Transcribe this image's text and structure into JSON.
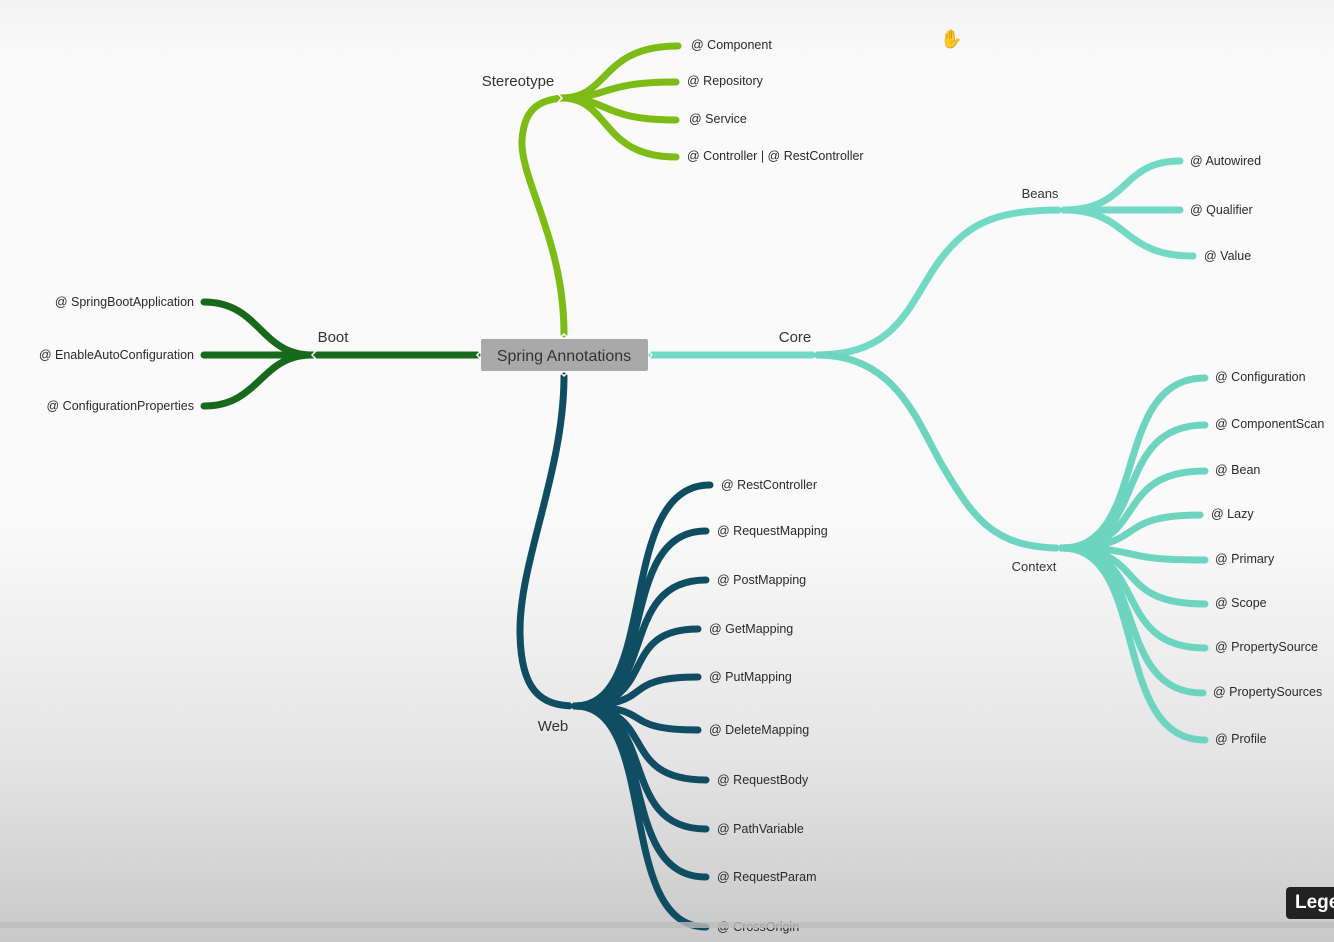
{
  "root": "Spring Annotations",
  "branches": {
    "stereotype": {
      "label": "Stereotype",
      "color": "#7dbb16",
      "leaves": [
        "@ Component",
        "@ Repository",
        "@ Service",
        "@ Controller | @ RestController"
      ]
    },
    "boot": {
      "label": "Boot",
      "color": "#17691c",
      "leaves": [
        "@ SpringBootApplication",
        "@ EnableAutoConfiguration",
        "@ ConfigurationProperties"
      ]
    },
    "core": {
      "label": "Core",
      "color": "#72d9c5"
    },
    "beans": {
      "label": "Beans",
      "color": "#72d9c5",
      "leaves": [
        "@ Autowired",
        "@ Qualifier",
        "@ Value"
      ]
    },
    "context": {
      "label": "Context",
      "color": "#6dd5bf",
      "leaves": [
        "@ Configuration",
        "@ ComponentScan",
        "@ Bean",
        "@ Lazy",
        "@ Primary",
        "@ Scope",
        "@ PropertySource",
        "@ PropertySources",
        "@ Profile"
      ]
    },
    "web": {
      "label": "Web",
      "color": "#0f4d63",
      "leaves": [
        "@ RestController",
        "@ RequestMapping",
        "@ PostMapping",
        "@ GetMapping",
        "@ PutMapping",
        "@ DeleteMapping",
        "@ RequestBody",
        "@ PathVariable",
        "@ RequestParam",
        "@ CrossOrigin"
      ]
    }
  },
  "toolbar": {
    "legend_label": "Legend",
    "cursor_icon": "hand-pointer-icon"
  }
}
